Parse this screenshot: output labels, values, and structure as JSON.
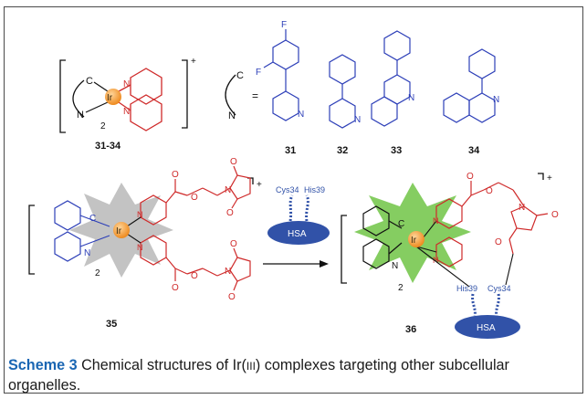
{
  "compound_labels": {
    "c31_34": "31-34",
    "c31": "31",
    "c32": "32",
    "c33": "33",
    "c34": "34",
    "c35": "35",
    "c36": "36"
  },
  "atoms": {
    "ir": "Ir",
    "n": "N",
    "c": "C",
    "f": "F",
    "o": "O",
    "plus": "+",
    "two": "2",
    "eq": "="
  },
  "protein": {
    "hsa": "HSA",
    "cys34": "Cys34",
    "his39": "His39"
  },
  "caption": {
    "label": "Scheme 3",
    "text_before": "  Chemical structures of Ir(",
    "oxidation": "III",
    "text_after": ") complexes targeting other subcellular organelles."
  },
  "colors": {
    "ligand_red": "#cf2a2a",
    "ligand_blue": "#2d3fb8",
    "iridium_orange": "#f5a23a",
    "glow_gray": "#b8b8b8",
    "glow_green": "#78c850",
    "hsa_blue": "#3152a8",
    "caption_label": "#1a66b3"
  }
}
